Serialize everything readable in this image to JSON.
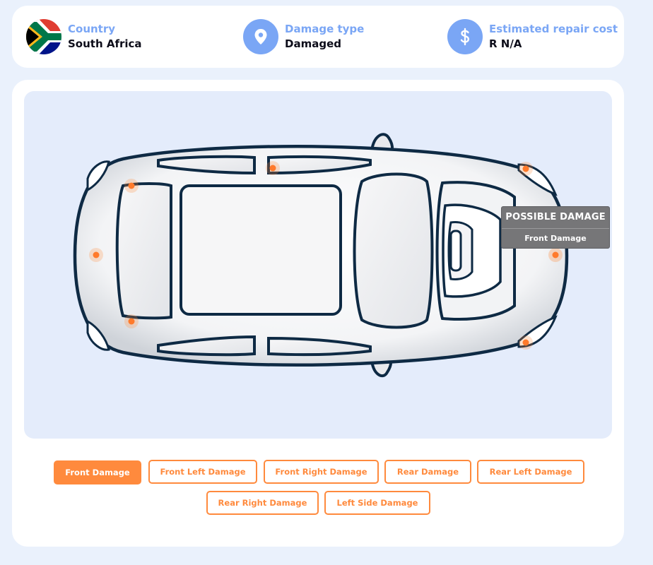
{
  "info": {
    "country_label": "Country",
    "country_value": "South Africa",
    "damage_type_label": "Damage type",
    "damage_type_value": "Damaged",
    "repair_cost_label": "Estimated repair cost",
    "repair_cost_value": "R N/A",
    "icon_color": "#7aa6f5"
  },
  "tooltip": {
    "title": "POSSIBLE DAMAGE",
    "subtitle": "Front Damage"
  },
  "damage_buttons": [
    {
      "label": "Front Damage",
      "active": true
    },
    {
      "label": "Front Left Damage",
      "active": false
    },
    {
      "label": "Front Right Damage",
      "active": false
    },
    {
      "label": "Rear Damage",
      "active": false
    },
    {
      "label": "Rear Left Damage",
      "active": false
    },
    {
      "label": "Rear Right Damage",
      "active": false
    },
    {
      "label": "Left Side Damage",
      "active": false
    }
  ],
  "colors": {
    "accent": "#ff8a3d",
    "page_bg": "#eaf1fc",
    "panel_bg": "#e4ecfb"
  },
  "icons": {
    "country": "south-africa-flag-icon",
    "damage_type": "location-pin-icon",
    "repair_cost": "dollar-icon"
  }
}
